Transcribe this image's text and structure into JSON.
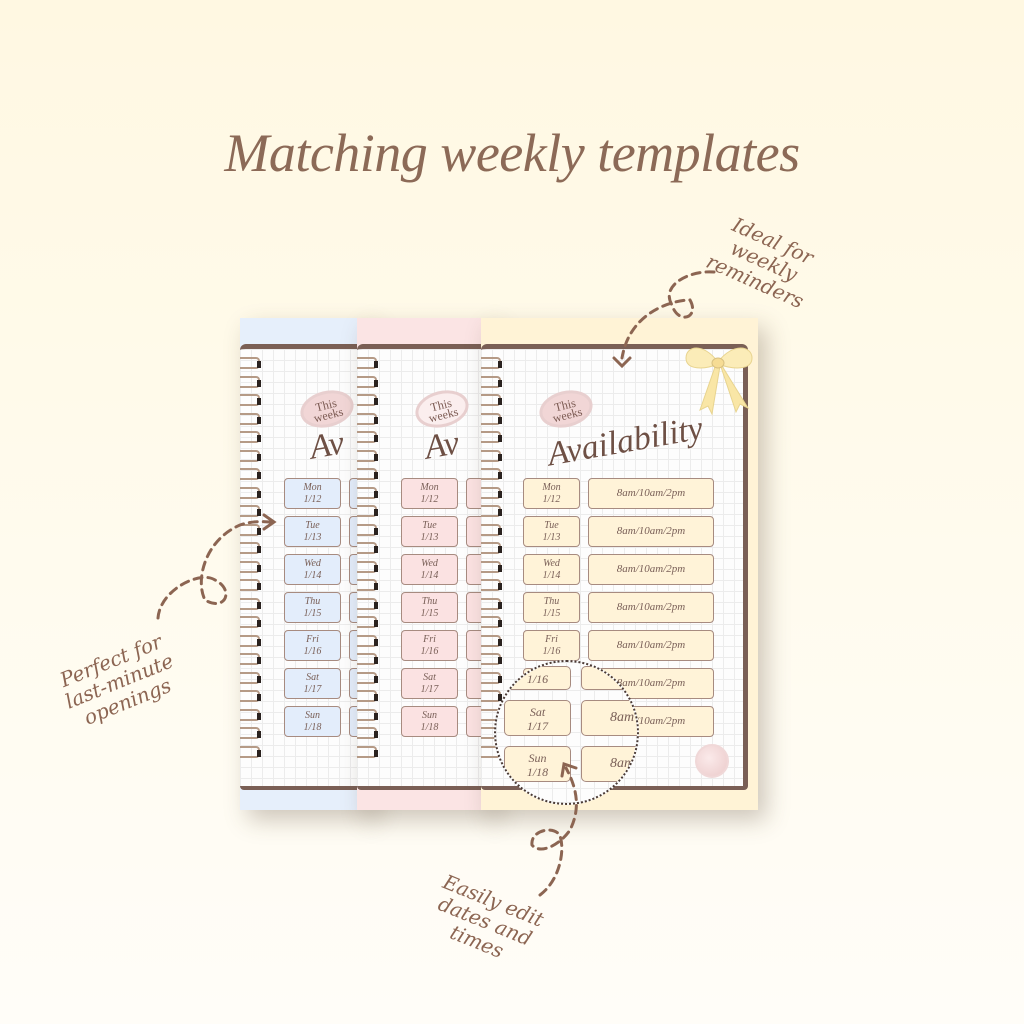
{
  "headline": "Matching weekly templates",
  "colors": {
    "background": "#fff8e2",
    "accent_brown": "#8c6a57",
    "frame_brown": "#7a5f55",
    "blue_variant": "#e3edfb",
    "pink_variant": "#fbe2e2",
    "yellow_variant": "#fff3d8"
  },
  "planner": {
    "stamp_line1": "This",
    "stamp_line2": "weeks",
    "script_title": "Availability",
    "script_title_partial": "Av",
    "schedule": [
      {
        "day": "Mon",
        "date": "1/12",
        "times": "8am/10am/2pm"
      },
      {
        "day": "Tue",
        "date": "1/13",
        "times": "8am/10am/2pm"
      },
      {
        "day": "Wed",
        "date": "1/14",
        "times": "8am/10am/2pm"
      },
      {
        "day": "Thu",
        "date": "1/15",
        "times": "8am/10am/2pm"
      },
      {
        "day": "Fri",
        "date": "1/16",
        "times": "8am/10am/2pm"
      },
      {
        "day": "Sat",
        "date": "1/17",
        "times": "8am/10am/2pm"
      },
      {
        "day": "Sun",
        "date": "1/18",
        "times": "8am/10am/2pm"
      }
    ],
    "variants": [
      "blue",
      "pink",
      "yellow"
    ]
  },
  "magnifier": {
    "rows": [
      {
        "label": "1/16",
        "time": ""
      },
      {
        "label_day": "Sat",
        "label_date": "1/17",
        "time": "8am"
      },
      {
        "label_day": "Sun",
        "label_date": "1/18",
        "time": "8am"
      }
    ]
  },
  "annotations": {
    "reminders": {
      "line1": "Ideal for",
      "line2": "weekly",
      "line3": "reminders"
    },
    "openings": {
      "line1": "Perfect for",
      "line2": "last-minute",
      "line3": "openings"
    },
    "edit": {
      "line1": "Easily edit",
      "line2": "dates and",
      "line3": "times"
    }
  },
  "icons": {
    "bow": "ribbon-bow-icon",
    "seal": "wax-seal-icon",
    "arrow": "dashed-arrow-icon",
    "spiral": "spiral-binding-icon"
  }
}
